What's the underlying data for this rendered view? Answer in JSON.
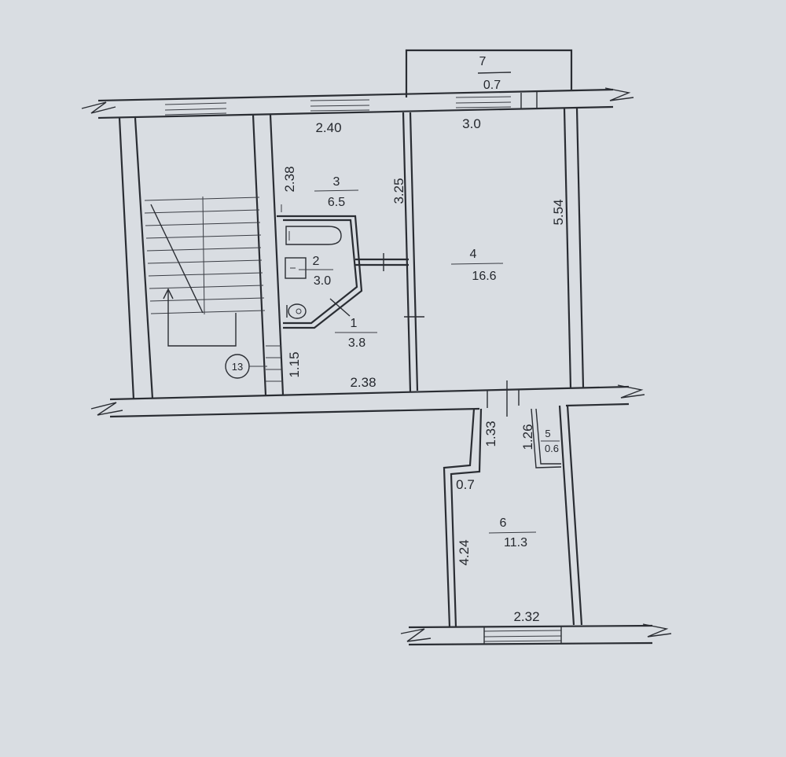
{
  "rooms": [
    {
      "number": "1",
      "area": "3.8"
    },
    {
      "number": "2",
      "area": "3.0"
    },
    {
      "number": "3",
      "area": "6.5"
    },
    {
      "number": "4",
      "area": "16.6"
    },
    {
      "number": "5",
      "area": "0.6"
    },
    {
      "number": "6",
      "area": "11.3"
    },
    {
      "number": "7",
      "area": "0.7"
    }
  ],
  "dimensions": {
    "d_2_40": "2.40",
    "d_3_0": "3.0",
    "d_2_38_vertical": "2.38",
    "d_3_25": "3.25",
    "d_5_54": "5.54",
    "d_1_15": "1.15",
    "d_2_38_bottom": "2.38",
    "d_1_33": "1.33",
    "d_1_26": "1.26",
    "d_0_7": "0.7",
    "d_4_24": "4.24",
    "d_2_32": "2.32"
  },
  "stair_marker": "13"
}
